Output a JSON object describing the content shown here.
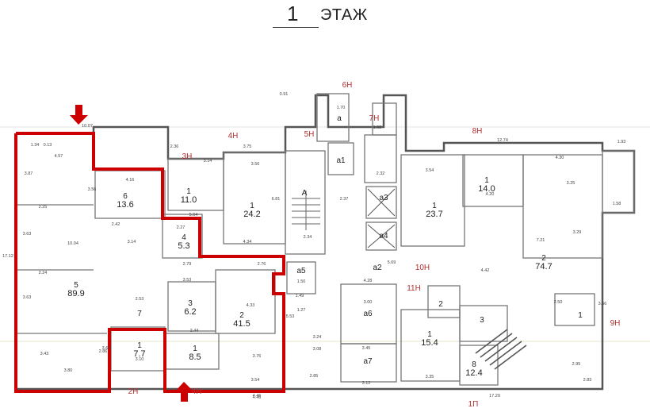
{
  "header": {
    "floor_number": "1",
    "floor_label": "ЭТАЖ"
  },
  "colors": {
    "outline": "#cc0000",
    "wall": "#555555",
    "section_label": "#b03030",
    "room_text": "#222222",
    "dim_text": "#444444"
  },
  "section_labels": [
    {
      "id": "2H",
      "text": "2H"
    },
    {
      "id": "3H",
      "text": "3H"
    },
    {
      "id": "4H_top",
      "text": "4H"
    },
    {
      "id": "4H_bottom",
      "text": "4H"
    },
    {
      "id": "5H",
      "text": "5H"
    },
    {
      "id": "6H",
      "text": "6H"
    },
    {
      "id": "7H",
      "text": "7H"
    },
    {
      "id": "8H",
      "text": "8H"
    },
    {
      "id": "9H",
      "text": "9H"
    },
    {
      "id": "10H",
      "text": "10H"
    },
    {
      "id": "11H",
      "text": "11H"
    },
    {
      "id": "1P",
      "text": "1П"
    }
  ],
  "rooms": [
    {
      "id": "r5",
      "number": "5",
      "area": "89.9"
    },
    {
      "id": "r6",
      "number": "6",
      "area": "13.6"
    },
    {
      "id": "r1a",
      "number": "1",
      "area": "11.0"
    },
    {
      "id": "r1b",
      "number": "1",
      "area": "24.2"
    },
    {
      "id": "r4",
      "number": "4",
      "area": "5.3"
    },
    {
      "id": "r3",
      "number": "3",
      "area": "6.2"
    },
    {
      "id": "r2",
      "number": "2",
      "area": "41.5"
    },
    {
      "id": "r7",
      "number": "7",
      "area": ""
    },
    {
      "id": "r1c",
      "number": "1",
      "area": "7.7"
    },
    {
      "id": "r1d",
      "number": "1",
      "area": "8.5"
    },
    {
      "id": "r1e",
      "number": "1",
      "area": "23.7"
    },
    {
      "id": "r1f",
      "number": "1",
      "area": "14.0"
    },
    {
      "id": "r2b",
      "number": "2",
      "area": "74.7"
    },
    {
      "id": "r1g",
      "number": "1",
      "area": "15.4"
    },
    {
      "id": "r8",
      "number": "8",
      "area": "12.4"
    },
    {
      "id": "r3b",
      "number": "3",
      "area": ""
    },
    {
      "id": "r1h",
      "number": "1",
      "area": ""
    },
    {
      "id": "r2c",
      "number": "2",
      "area": ""
    }
  ],
  "tags": [
    {
      "id": "a",
      "text": "a"
    },
    {
      "id": "a1",
      "text": "a1"
    },
    {
      "id": "a2",
      "text": "a2"
    },
    {
      "id": "a3",
      "text": "a3"
    },
    {
      "id": "a4",
      "text": "a4"
    },
    {
      "id": "a5",
      "text": "a5"
    },
    {
      "id": "a6",
      "text": "a6"
    },
    {
      "id": "a7",
      "text": "a7"
    },
    {
      "id": "A",
      "text": "A"
    }
  ],
  "dimensions": [
    {
      "id": "d1",
      "text": "10.07"
    },
    {
      "id": "d2",
      "text": "4.57"
    },
    {
      "id": "d3",
      "text": "1.34"
    },
    {
      "id": "d4",
      "text": "0.13"
    },
    {
      "id": "d5",
      "text": "3.87"
    },
    {
      "id": "d6",
      "text": "2.25"
    },
    {
      "id": "d7",
      "text": "3.63"
    },
    {
      "id": "d8",
      "text": "10.04"
    },
    {
      "id": "d9",
      "text": "17.12"
    },
    {
      "id": "d10",
      "text": "2.24"
    },
    {
      "id": "d11",
      "text": "3.63"
    },
    {
      "id": "d12",
      "text": "3.43"
    },
    {
      "id": "d13",
      "text": "3.80"
    },
    {
      "id": "d14",
      "text": "2.86"
    },
    {
      "id": "d15",
      "text": "4.16"
    },
    {
      "id": "d16",
      "text": "3.56"
    },
    {
      "id": "d17",
      "text": "2.42"
    },
    {
      "id": "d18",
      "text": "3.14"
    },
    {
      "id": "d19",
      "text": "2.36"
    },
    {
      "id": "d20",
      "text": "3.14"
    },
    {
      "id": "d21",
      "text": "3.75"
    },
    {
      "id": "d22",
      "text": "3.56"
    },
    {
      "id": "d23",
      "text": "6.81"
    },
    {
      "id": "d24",
      "text": "5.64"
    },
    {
      "id": "d25",
      "text": "4.34"
    },
    {
      "id": "d26",
      "text": "2.76"
    },
    {
      "id": "d27",
      "text": "2.79"
    },
    {
      "id": "d28",
      "text": "4.33"
    },
    {
      "id": "d29",
      "text": "3.76"
    },
    {
      "id": "d30",
      "text": "3.54"
    },
    {
      "id": "d31",
      "text": "4.46"
    },
    {
      "id": "d32",
      "text": "2.44"
    },
    {
      "id": "d33",
      "text": "3.10"
    },
    {
      "id": "d34",
      "text": "3.66"
    },
    {
      "id": "d35",
      "text": "0.91"
    },
    {
      "id": "d36",
      "text": "1.70"
    },
    {
      "id": "d37",
      "text": "1.92"
    },
    {
      "id": "d38",
      "text": "2.32"
    },
    {
      "id": "d39",
      "text": "2.34"
    },
    {
      "id": "d40",
      "text": "2.37"
    },
    {
      "id": "d41",
      "text": "3.54"
    },
    {
      "id": "d42",
      "text": "12.74"
    },
    {
      "id": "d43",
      "text": "4.30"
    },
    {
      "id": "d44",
      "text": "1.93"
    },
    {
      "id": "d45",
      "text": "4.20"
    },
    {
      "id": "d46",
      "text": "7.21"
    },
    {
      "id": "d47",
      "text": "5.69"
    },
    {
      "id": "d48",
      "text": "4.42"
    },
    {
      "id": "d49",
      "text": "4.28"
    },
    {
      "id": "d50",
      "text": "3.00"
    },
    {
      "id": "d51",
      "text": "3.45"
    },
    {
      "id": "d52",
      "text": "3.24"
    },
    {
      "id": "d53",
      "text": "3.08"
    },
    {
      "id": "d54",
      "text": "2.85"
    },
    {
      "id": "d55",
      "text": "3.12"
    },
    {
      "id": "d56",
      "text": "3.35"
    },
    {
      "id": "d57",
      "text": "2.95"
    },
    {
      "id": "d58",
      "text": "2.83"
    },
    {
      "id": "d59",
      "text": "17.29"
    },
    {
      "id": "d60",
      "text": "2.50"
    },
    {
      "id": "d61",
      "text": "3.66"
    },
    {
      "id": "d62",
      "text": "1.58"
    },
    {
      "id": "d63",
      "text": "3.25"
    },
    {
      "id": "d64",
      "text": "3.29"
    },
    {
      "id": "d65",
      "text": "1.50"
    },
    {
      "id": "d66",
      "text": "1.49"
    },
    {
      "id": "d67",
      "text": "1.27"
    },
    {
      "id": "d68",
      "text": "5.53"
    },
    {
      "id": "d69",
      "text": "2.53"
    },
    {
      "id": "d70",
      "text": "3.53"
    },
    {
      "id": "d71",
      "text": "2.27"
    },
    {
      "id": "d72",
      "text": "4.46"
    }
  ]
}
